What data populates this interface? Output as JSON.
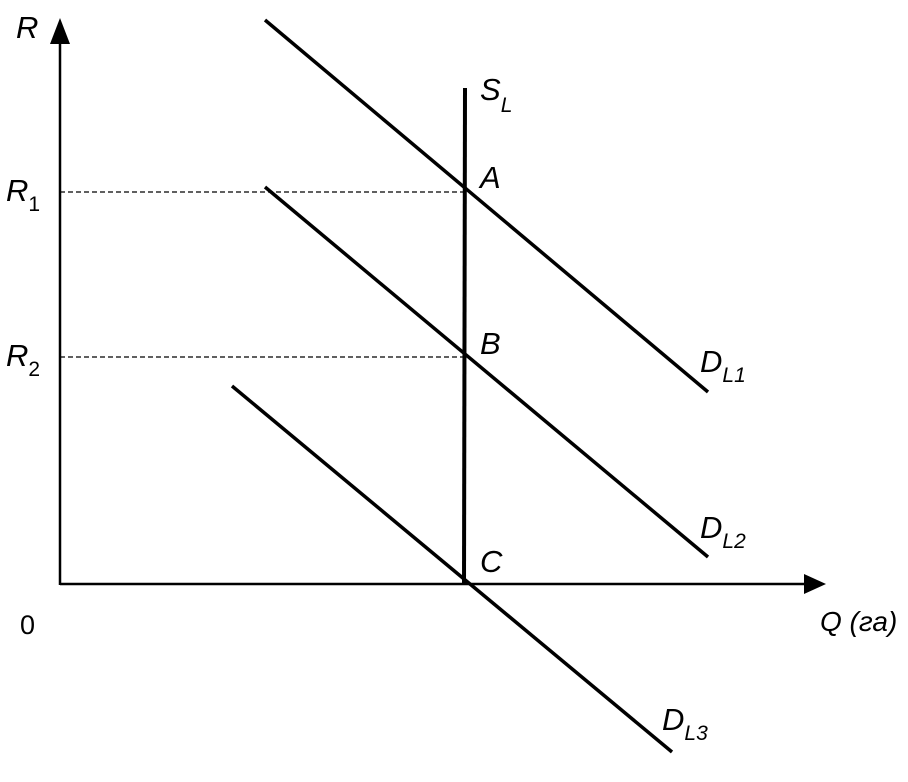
{
  "axes": {
    "y_label": "R",
    "x_label": "Q (га)",
    "origin_label": "0"
  },
  "levels": {
    "r1_main": "R",
    "r1_sub": "1",
    "r2_main": "R",
    "r2_sub": "2"
  },
  "supply": {
    "main": "S",
    "sub": "L"
  },
  "points": {
    "a": "A",
    "b": "B",
    "c": "C"
  },
  "demand": [
    {
      "main": "D",
      "sub": "L1"
    },
    {
      "main": "D",
      "sub": "L2"
    },
    {
      "main": "D",
      "sub": "L3"
    }
  ],
  "colors": {
    "ink": "#000000",
    "background": "#ffffff"
  }
}
